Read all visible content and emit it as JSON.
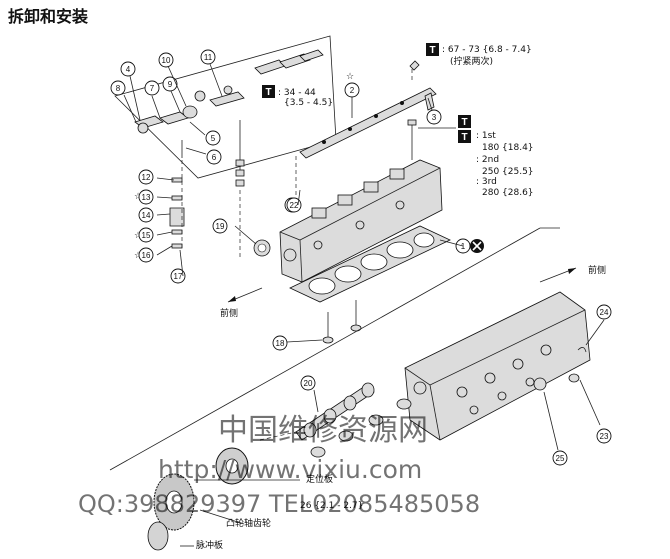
{
  "title": "拆卸和安装",
  "torque_specs": {
    "bolt_top": {
      "line1": ": 67 - 73 {6.8 - 7.4}",
      "line2": "(拧紧两次)"
    },
    "rocker_bolt": {
      "line1": ": 34 - 44",
      "line2": "{3.5 - 4.5}"
    },
    "head_bolt": {
      "step1": ": 1st",
      "step1_val": "180 {18.4}",
      "step2": ": 2nd",
      "step2_val": "250 {25.5}",
      "step3": ": 3rd",
      "step3_val": "280 {28.6}"
    }
  },
  "front_labels": {
    "upper": "前侧",
    "lower": "前侧"
  },
  "gear_labels": {
    "locating_plate": "定位板",
    "camshaft_gear": "凸轮轴齿轮",
    "pulse_plate": "脉冲板"
  },
  "partial_value": "26 {2.1 - 2.7}",
  "callouts": [
    "1",
    "2",
    "3",
    "4",
    "5",
    "6",
    "7",
    "8",
    "9",
    "10",
    "11",
    "12",
    "13",
    "14",
    "15",
    "16",
    "17",
    "18",
    "19",
    "20",
    "21",
    "22",
    "23",
    "24",
    "25"
  ],
  "watermark": {
    "site_name": "中国维修资源网",
    "url": "http://www.vixiu.com",
    "contact": "QQ:398829397 TEL02085485058"
  },
  "icons": [
    "torque-wrench-icon",
    "do-not-reuse-icon",
    "replace-star-icon"
  ]
}
